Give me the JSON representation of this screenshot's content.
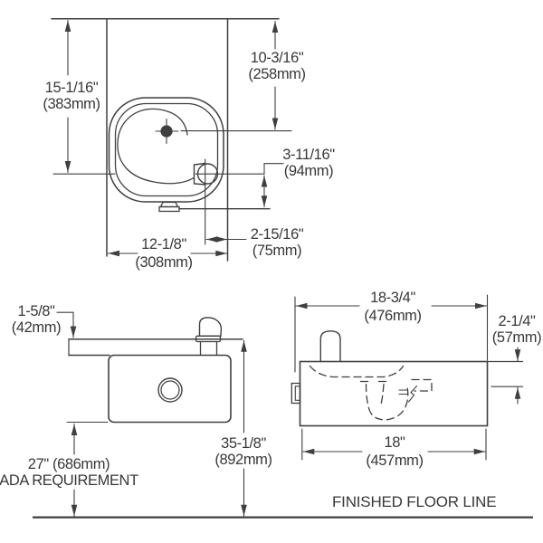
{
  "drawing": {
    "title_semantic": "drinking-fountain-dimension-drawing",
    "background_color": "#ffffff",
    "line_color": "#3f3f3f",
    "text_color": "#383838",
    "floor_label": "FINISHED FLOOR LINE",
    "top_view": {
      "height_to_bubbler": {
        "in": "15-1/16\"",
        "mm": "(383mm)"
      },
      "depth_to_drain": {
        "in": "10-3/16\"",
        "mm": "(258mm)"
      },
      "bubbler_to_front_edge": {
        "in": "3-11/16\"",
        "mm": "(94mm)"
      },
      "bubbler_to_side_edge": {
        "in": "2-15/16\"",
        "mm": "(75mm)"
      },
      "overall_depth": {
        "in": "12-1/8\"",
        "mm": "(308mm)"
      }
    },
    "side_view": {
      "bubbler_projection": {
        "in": "1-5/8\"",
        "mm": "(42mm)"
      },
      "ada_clearance": {
        "line1": "27\" (686mm)",
        "line2": "ADA REQUIREMENT"
      },
      "rim_height": {
        "in": "35-1/8\"",
        "mm": "(892mm)"
      }
    },
    "front_view": {
      "overall_width": {
        "in": "18-3/4\"",
        "mm": "(476mm)"
      },
      "apron_depth": {
        "in": "2-1/4\"",
        "mm": "(57mm)"
      },
      "body_width": {
        "in": "18\"",
        "mm": "(457mm)"
      }
    }
  }
}
